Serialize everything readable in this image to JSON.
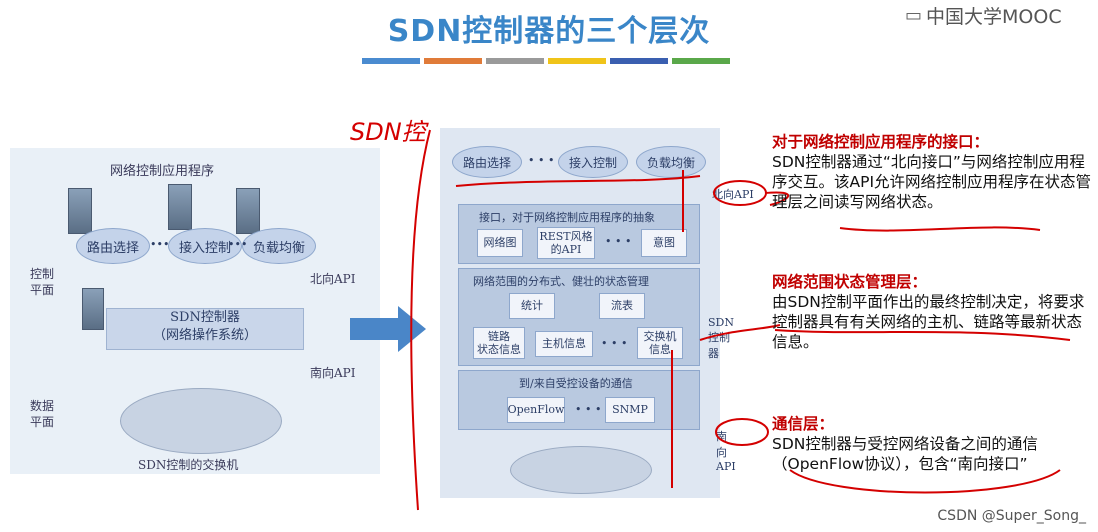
{
  "slide": {
    "title": "SDN控制器的三个层次",
    "logo_text": "中国大学MOOC",
    "color_bars": [
      "#4a8bd0",
      "#e07b39",
      "#9a9a9a",
      "#f0c419",
      "#3a5fb0",
      "#5aa84a"
    ]
  },
  "left_diagram": {
    "apps_label": "网络控制应用程序",
    "apps": [
      "路由选择",
      "接入控制",
      "负载均衡"
    ],
    "northbound_api": "北向API",
    "control_plane": "控制\n平面",
    "controller_title": "SDN控制器",
    "controller_subtitle": "（网络操作系统）",
    "southbound_api": "南向API",
    "data_plane": "数据\n平面",
    "switch_label": "SDN控制的交换机"
  },
  "right_diagram": {
    "apps": [
      "路由选择",
      "接入控制",
      "负载均衡"
    ],
    "northbound_api": "北向API",
    "controller_label": "SDN控制器",
    "southbound_api": "南向API",
    "layer1": {
      "title": "接口，对于网络控制应用程序的抽象",
      "cells": [
        "网络图",
        "REST风格\n的API",
        "意图"
      ]
    },
    "layer2": {
      "title": "网络范围的分布式、健壮的状态管理",
      "cells": [
        "统计",
        "流表",
        "链路\n状态信息",
        "主机信息",
        "交换机\n信息"
      ]
    },
    "layer3": {
      "title": "到/来自受控设备的通信",
      "cells": [
        "OpenFlow",
        "SNMP"
      ]
    },
    "ellipsis": "• • •"
  },
  "annotations": {
    "handwritten": "SDN控"
  },
  "notes": [
    {
      "heading": "对于网络控制应用程序的接口：",
      "body": "SDN控制器通过“北向接口”与网络控制应用程序交互。该API允许网络控制应用程序在状态管理层之间读写网络状态。"
    },
    {
      "heading": "网络范围状态管理层：",
      "body": "由SDN控制平面作出的最终控制决定，将要求控制器具有有关网络的主机、链路等最新状态信息。"
    },
    {
      "heading": "通信层：",
      "body": "SDN控制器与受控网络设备之间的通信（OpenFlow协议），包含“南向接口”"
    }
  ],
  "watermark": "CSDN @Super_Song_"
}
